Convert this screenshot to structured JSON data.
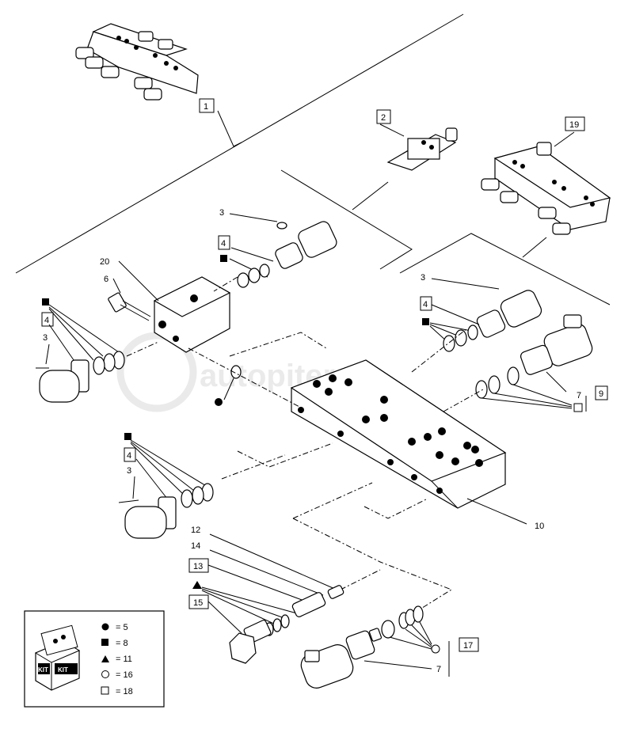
{
  "watermark": "autopiter.ru",
  "callouts": {
    "c1": "1",
    "c2": "2",
    "c19": "19",
    "c3a": "3",
    "c4a": "4",
    "c20": "20",
    "c6": "6",
    "c4b": "4",
    "c3b": "3",
    "c3c": "3",
    "c4c": "4",
    "c7a": "7",
    "c9": "9",
    "c4d": "4",
    "c3d": "3",
    "c10": "10",
    "c12": "12",
    "c14": "14",
    "c13": "13",
    "c15": "15",
    "c17": "17",
    "c7b": "7"
  },
  "legend": {
    "items": [
      {
        "symbol": "circle-filled",
        "text": "= 5"
      },
      {
        "symbol": "square-filled",
        "text": "= 8"
      },
      {
        "symbol": "triangle-filled",
        "text": "= 11"
      },
      {
        "symbol": "circle-open",
        "text": "= 16"
      },
      {
        "symbol": "square-open",
        "text": "= 18"
      }
    ],
    "kit_label_left": "KIT",
    "kit_label_right": "KIT"
  }
}
